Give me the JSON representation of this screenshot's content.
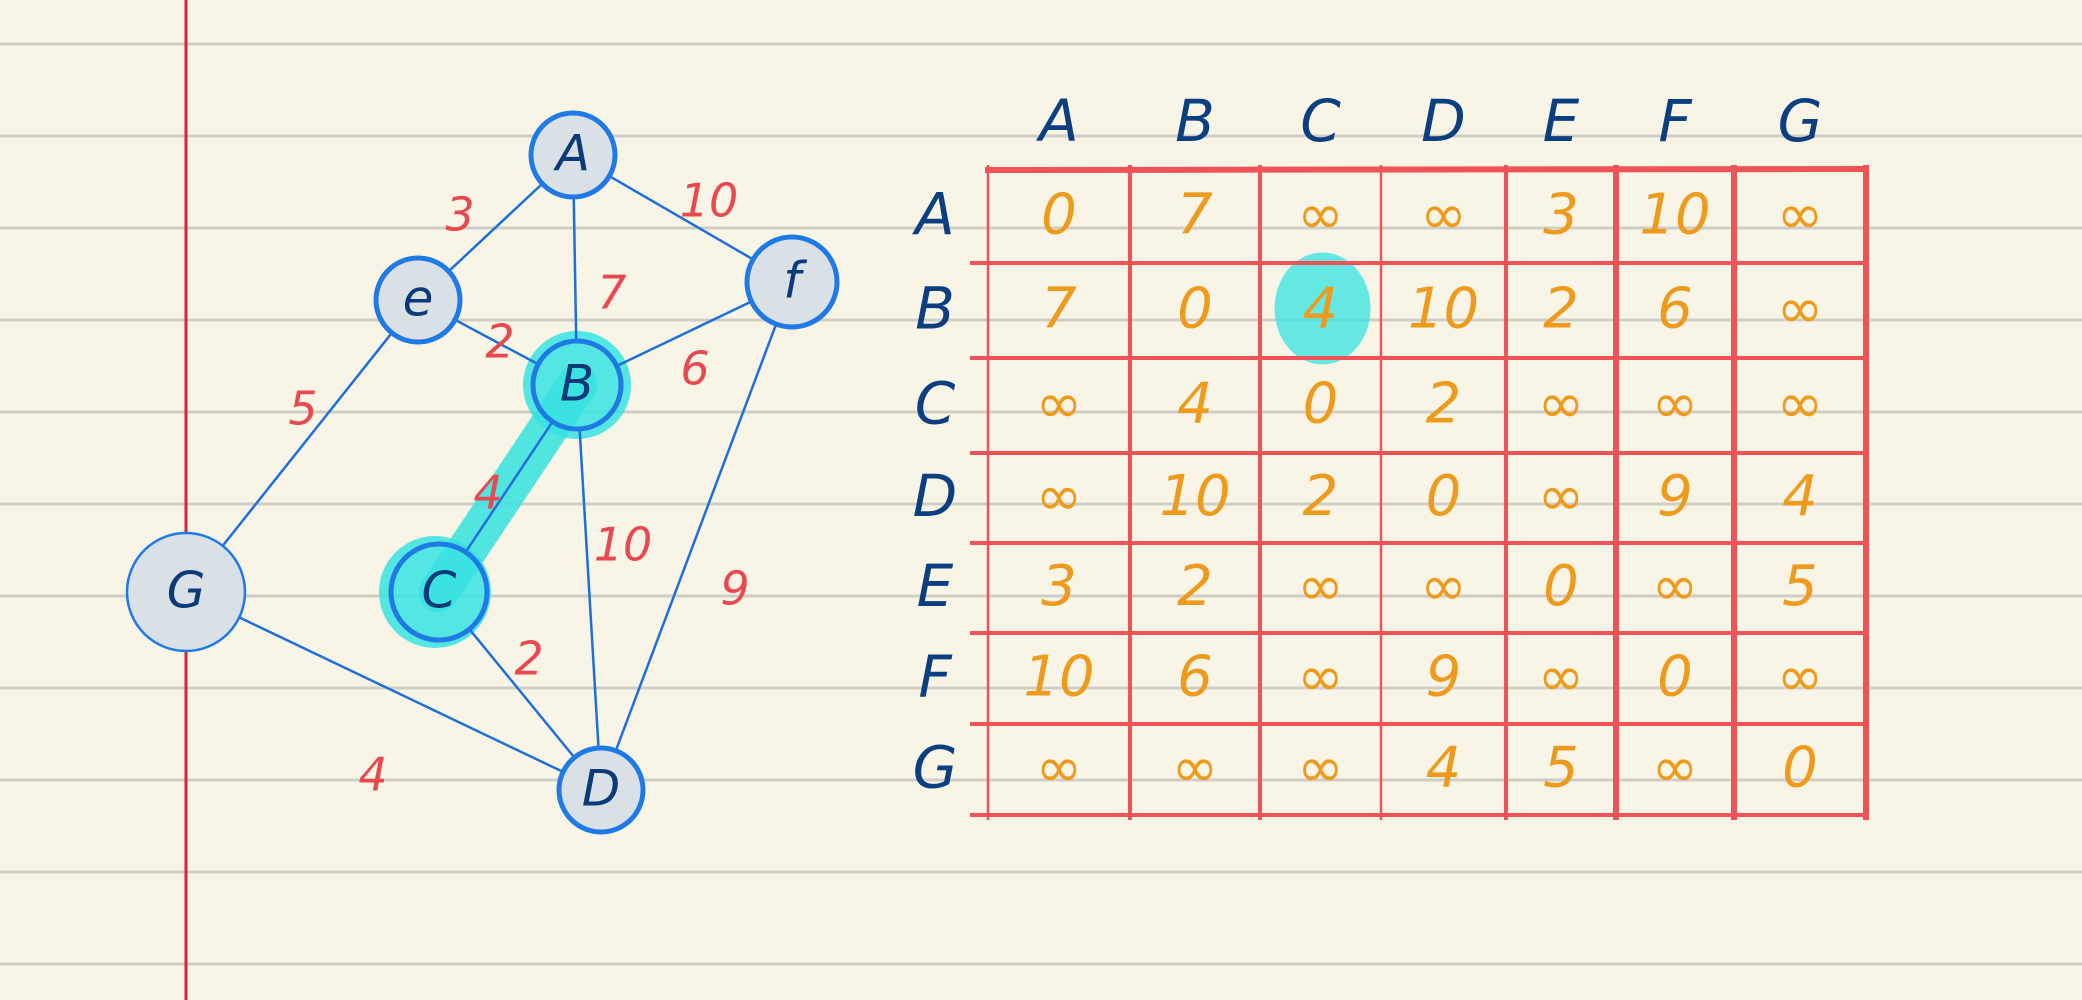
{
  "colors": {
    "paper": "#f8f5e6",
    "rule_line": "#cfcdc6",
    "margin_line": "#d6243a",
    "node_fill": "#d9e1e6",
    "node_stroke": "#1f7ae6",
    "edge": "#1f6fd8",
    "edge_weight": "#e8484f",
    "highlight": "#36e3e0",
    "grid": "#ef5358",
    "header": "#0b3f7f",
    "cell": "#ee9a1c"
  },
  "graph": {
    "nodes": [
      {
        "id": "A",
        "label": "A"
      },
      {
        "id": "E",
        "label": "e"
      },
      {
        "id": "F",
        "label": "f"
      },
      {
        "id": "B",
        "label": "B"
      },
      {
        "id": "G",
        "label": "G"
      },
      {
        "id": "C",
        "label": "C"
      },
      {
        "id": "D",
        "label": "D"
      }
    ],
    "edges": [
      {
        "from": "A",
        "to": "E",
        "weight": "3"
      },
      {
        "from": "A",
        "to": "F",
        "weight": "10"
      },
      {
        "from": "A",
        "to": "B",
        "weight": "7"
      },
      {
        "from": "E",
        "to": "B",
        "weight": "2"
      },
      {
        "from": "B",
        "to": "F",
        "weight": "6"
      },
      {
        "from": "E",
        "to": "G",
        "weight": "5"
      },
      {
        "from": "B",
        "to": "C",
        "weight": "4"
      },
      {
        "from": "B",
        "to": "D",
        "weight": "10"
      },
      {
        "from": "F",
        "to": "D",
        "weight": "9"
      },
      {
        "from": "C",
        "to": "D",
        "weight": "2"
      },
      {
        "from": "G",
        "to": "D",
        "weight": "4"
      }
    ],
    "highlight_edge": {
      "from": "B",
      "to": "C"
    }
  },
  "matrix": {
    "headers": [
      "A",
      "B",
      "C",
      "D",
      "E",
      "F",
      "G"
    ],
    "rows": [
      [
        "0",
        "7",
        "∞",
        "∞",
        "3",
        "10",
        "∞"
      ],
      [
        "7",
        "0",
        "4",
        "10",
        "2",
        "6",
        "∞"
      ],
      [
        "∞",
        "4",
        "0",
        "2",
        "∞",
        "∞",
        "∞"
      ],
      [
        "∞",
        "10",
        "2",
        "0",
        "∞",
        "9",
        "4"
      ],
      [
        "3",
        "2",
        "∞",
        "∞",
        "0",
        "∞",
        "5"
      ],
      [
        "10",
        "6",
        "∞",
        "9",
        "∞",
        "0",
        "∞"
      ],
      [
        "∞",
        "∞",
        "∞",
        "4",
        "5",
        "∞",
        "0"
      ]
    ],
    "highlight_cell": {
      "row": 1,
      "col": 2
    }
  }
}
